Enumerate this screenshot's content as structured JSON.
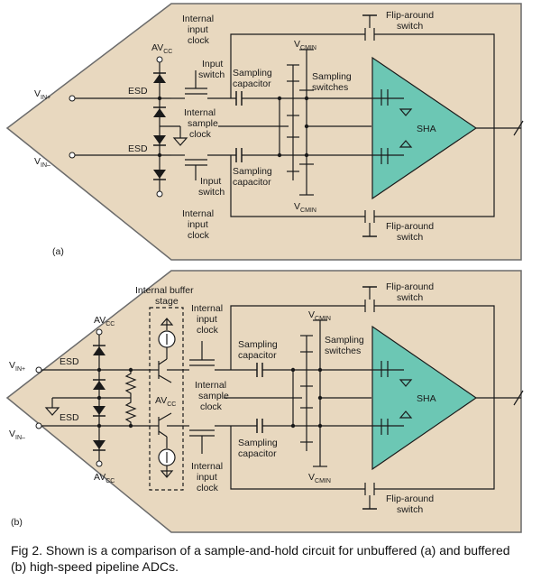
{
  "colors": {
    "panel_fill": "#e8d8bf",
    "panel_stroke": "#6b6b6b",
    "sha_fill": "#6cc7b4",
    "wire": "#1a1a1a"
  },
  "panel_a": {
    "label": "(a)",
    "sha": "SHA",
    "avcc": "AV",
    "avcc_sub": "CC",
    "vin_plus": "V",
    "vin_plus_sub": "IN+",
    "vin_minus": "V",
    "vin_minus_sub": "IN–",
    "esd_top": "ESD",
    "esd_bottom": "ESD",
    "internal_input_clock": [
      "Internal",
      "input",
      "clock"
    ],
    "input_switch": [
      "Input",
      "switch"
    ],
    "sampling_capacitor": [
      "Sampling",
      "capacitor"
    ],
    "internal_sample_clock": [
      "Internal",
      "sample",
      "clock"
    ],
    "vcmin": "V",
    "vcmin_sub": "CMIN",
    "sampling_switches": [
      "Sampling",
      "switches"
    ],
    "flip_around_switch": [
      "Flip-around",
      "switch"
    ]
  },
  "panel_b": {
    "label": "(b)",
    "sha": "SHA",
    "avcc": "AV",
    "avcc_sub": "CC",
    "vin_plus": "V",
    "vin_plus_sub": "IN+",
    "vin_minus": "V",
    "vin_minus_sub": "IN–",
    "esd_top": "ESD",
    "esd_bottom": "ESD",
    "internal_buffer_stage": [
      "Internal buffer",
      "stage"
    ],
    "internal_input_clock": [
      "Internal",
      "input",
      "clock"
    ],
    "sampling_capacitor": [
      "Sampling",
      "capacitor"
    ],
    "internal_sample_clock": [
      "Internal",
      "sample",
      "clock"
    ],
    "vcmin": "V",
    "vcmin_sub": "CMIN",
    "sampling_switches": [
      "Sampling",
      "switches"
    ],
    "flip_around_switch": [
      "Flip-around",
      "switch"
    ]
  },
  "caption": {
    "line1": "Fig 2. Shown is a comparison of a sample-and-hold circuit for unbuffered (a) and buffered",
    "line2": "(b) high-speed pipeline ADCs."
  }
}
